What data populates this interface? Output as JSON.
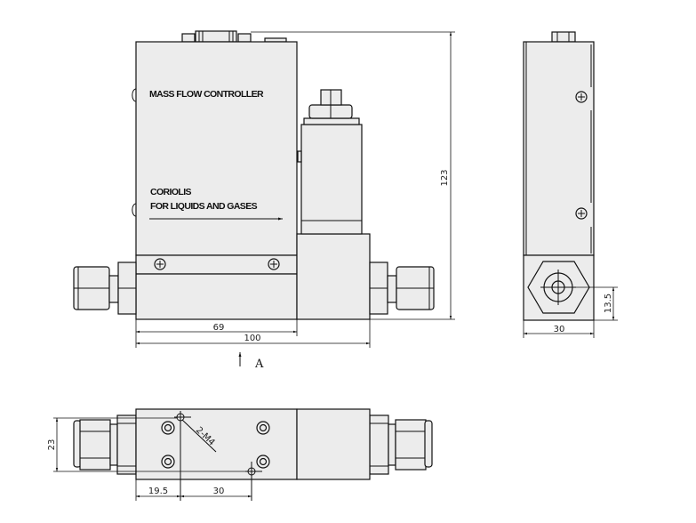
{
  "front_view": {
    "label_line1": "MASS FLOW CONTROLLER",
    "label_line2": "CORIOLIS",
    "label_line3": "FOR LIQUIDS AND GASES",
    "dim_height": "123",
    "dim_body_width": "69",
    "dim_total_width": "100",
    "view_marker": "A"
  },
  "side_view": {
    "dim_width": "30",
    "dim_port_height": "13.5"
  },
  "bottom_view": {
    "dim_height": "23",
    "dim_offset": "19.5",
    "dim_hole_spacing": "30",
    "hole_callout": "2-M4"
  }
}
